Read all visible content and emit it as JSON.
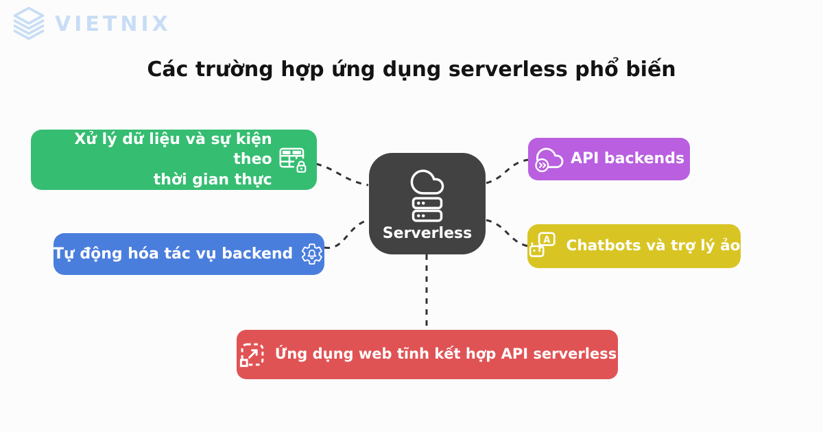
{
  "brand": {
    "name": "VIETNIX"
  },
  "title": "Các trường hợp ứng dụng serverless phổ biến",
  "diagram": {
    "center": {
      "label": "Serverless",
      "icon": "cloud-server-icon"
    },
    "use_cases": [
      {
        "label": "Xử lý dữ liệu và sự kiện theo\nthời gian thực",
        "color": "#35bd72",
        "icon": "table-lock-icon",
        "position": "top-left"
      },
      {
        "label": "Tự động hóa tác vụ backend",
        "color": "#4a7edd",
        "icon": "gear-bell-icon",
        "position": "middle-left"
      },
      {
        "label": "API backends",
        "color": "#b95fe0",
        "icon": "cloud-api-icon",
        "position": "top-right"
      },
      {
        "label": "Chatbots và trợ lý ảo",
        "color": "#d8c524",
        "icon": "chatbot-speech-icon",
        "position": "middle-right"
      },
      {
        "label": "Ứng dụng web tĩnh kết hợp API serverless",
        "color": "#e05355",
        "icon": "expand-arrow-icon",
        "position": "bottom"
      }
    ]
  },
  "colors": {
    "background": "#fcfcfc",
    "center_node": "#424242",
    "connector": "#333333",
    "title_text": "#131313",
    "box_text": "#ffffff",
    "logo": "#c8ddf5",
    "green": "#35bd72",
    "blue": "#4a7edd",
    "purple": "#b95fe0",
    "yellow": "#d8c524",
    "red": "#e05355"
  }
}
